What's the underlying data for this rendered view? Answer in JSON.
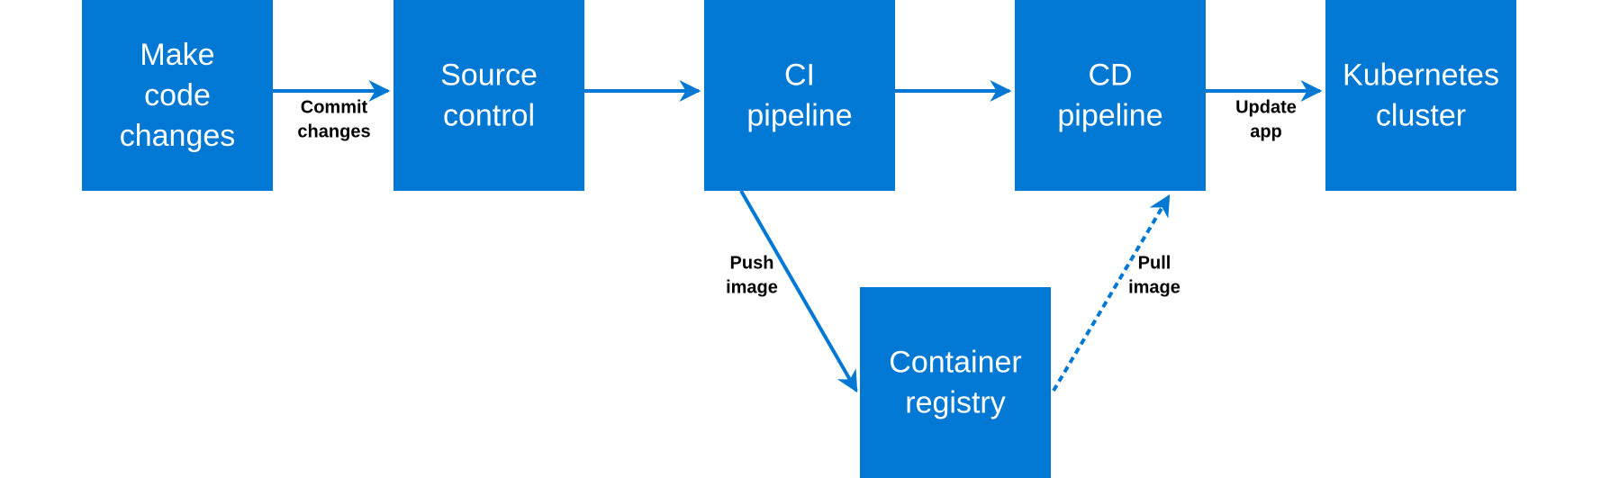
{
  "nodes": [
    {
      "id": "make-code-changes",
      "label": "Make code changes"
    },
    {
      "id": "source-control",
      "label": "Source control"
    },
    {
      "id": "ci-pipeline",
      "label": "CI pipeline"
    },
    {
      "id": "cd-pipeline",
      "label": "CD pipeline"
    },
    {
      "id": "kubernetes-cluster",
      "label": "Kubernetes cluster"
    },
    {
      "id": "container-registry",
      "label": "Container registry"
    }
  ],
  "edges": [
    {
      "from": "make-code-changes",
      "to": "source-control",
      "label": "Commit changes",
      "style": "solid"
    },
    {
      "from": "source-control",
      "to": "ci-pipeline",
      "label": "",
      "style": "solid"
    },
    {
      "from": "ci-pipeline",
      "to": "cd-pipeline",
      "label": "",
      "style": "solid"
    },
    {
      "from": "cd-pipeline",
      "to": "kubernetes-cluster",
      "label": "Update app",
      "style": "solid"
    },
    {
      "from": "ci-pipeline",
      "to": "container-registry",
      "label": "Push image",
      "style": "solid"
    },
    {
      "from": "container-registry",
      "to": "cd-pipeline",
      "label": "Pull image",
      "style": "dashed"
    }
  ],
  "colors": {
    "node_fill": "#0078d4",
    "node_text": "#ffffff",
    "edge": "#0078d4",
    "edge_label": "#000000"
  }
}
